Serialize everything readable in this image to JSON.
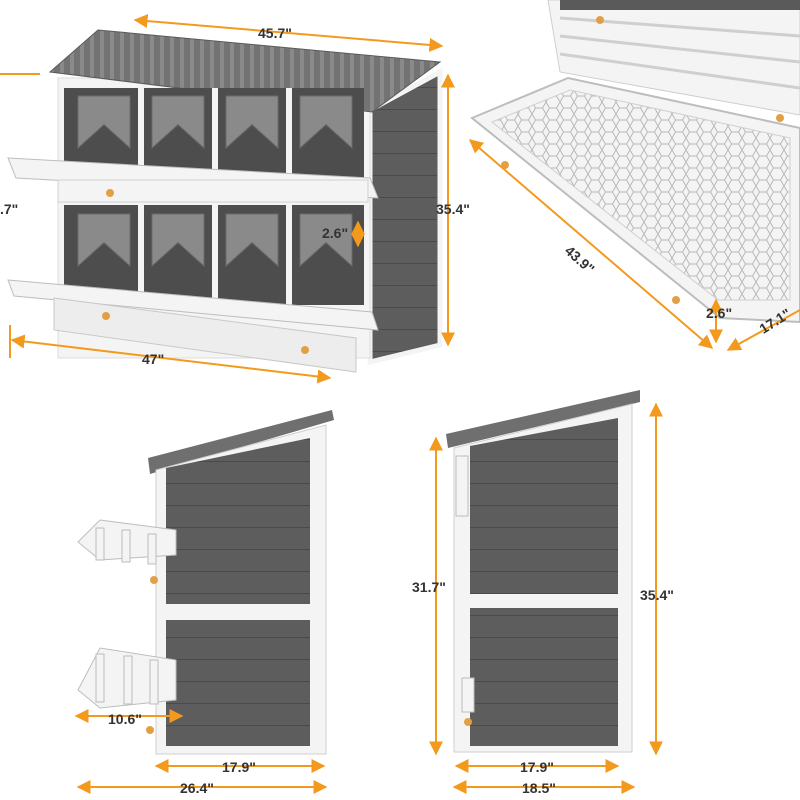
{
  "accent_color": "#f39a1e",
  "wood_gray": "#5d5d5d",
  "frame_white": "#f4f4f4",
  "roof_gray": "#6f6f6f",
  "panels": {
    "front": {
      "width_top": "45.7\"",
      "left_partial": ".7\"",
      "height": "35.4\"",
      "gap": "2.6\"",
      "width_bottom": "47\""
    },
    "tray": {
      "length": "43.9\"",
      "lip": "2.6\"",
      "depth": "17.1\""
    },
    "side_left": {
      "perch": "10.6\"",
      "inner": "17.9\"",
      "overall": "26.4\""
    },
    "side_right": {
      "height_inner": "31.7\"",
      "height_overall": "35.4\"",
      "inner": "17.9\"",
      "overall": "18.5\""
    }
  },
  "icons": [
    "nest-box-front-icon",
    "tray-icon",
    "side-view-icon"
  ]
}
